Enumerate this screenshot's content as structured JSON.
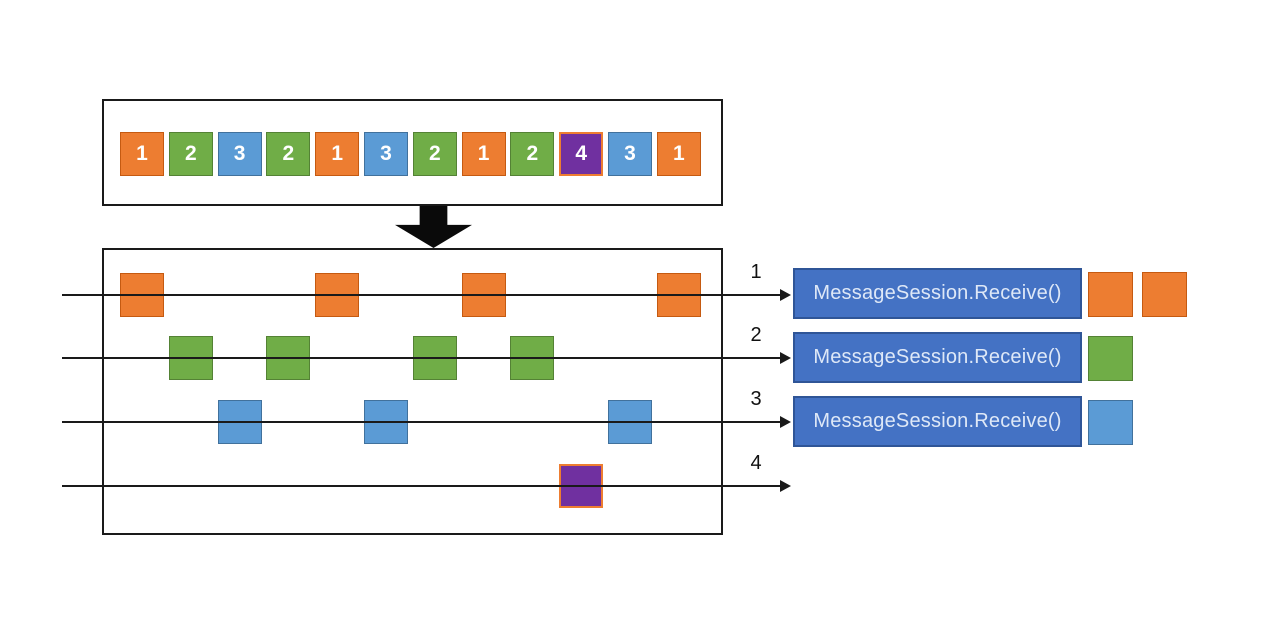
{
  "colors": {
    "orange": {
      "fill": "#ED7D31",
      "border": "#C55A11"
    },
    "green": {
      "fill": "#70AD47",
      "border": "#548235"
    },
    "blue": {
      "fill": "#5B9BD5",
      "border": "#41719C"
    },
    "purple": {
      "fill": "#7030A0",
      "border": "#ED7D31"
    },
    "receiver_fill": "#4472C4",
    "receiver_border": "#2F5597",
    "receiver_text": "#DEE8F7",
    "line": "#1A1A1A"
  },
  "sequence": [
    {
      "label": "1",
      "color": "orange"
    },
    {
      "label": "2",
      "color": "green"
    },
    {
      "label": "3",
      "color": "blue"
    },
    {
      "label": "2",
      "color": "green"
    },
    {
      "label": "1",
      "color": "orange"
    },
    {
      "label": "3",
      "color": "blue"
    },
    {
      "label": "2",
      "color": "green"
    },
    {
      "label": "1",
      "color": "orange"
    },
    {
      "label": "2",
      "color": "green"
    },
    {
      "label": "4",
      "color": "purple"
    },
    {
      "label": "3",
      "color": "blue"
    },
    {
      "label": "1",
      "color": "orange"
    }
  ],
  "lanes": [
    {
      "label": "1",
      "color": "orange",
      "receiver": {
        "label": "MessageSession.Receive()",
        "received": [
          "orange",
          "orange"
        ]
      }
    },
    {
      "label": "2",
      "color": "green",
      "receiver": {
        "label": "MessageSession.Receive()",
        "received": [
          "green"
        ]
      }
    },
    {
      "label": "3",
      "color": "blue",
      "receiver": {
        "label": "MessageSession.Receive()",
        "received": [
          "blue"
        ]
      }
    },
    {
      "label": "4",
      "color": "purple",
      "receiver": null
    }
  ]
}
